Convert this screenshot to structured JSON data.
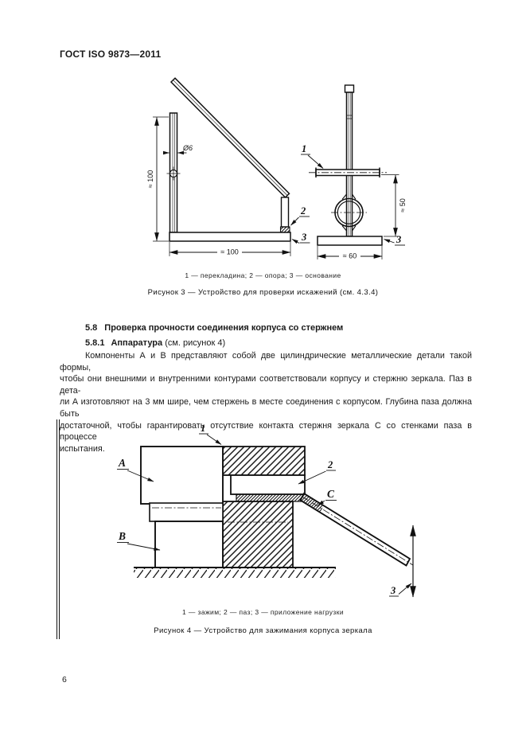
{
  "page": {
    "header": "ГОСТ ISO 9873—2011",
    "page_number": "6"
  },
  "figure3": {
    "legend": "1 — перекладина; 2 — опора; 3 — основание",
    "caption": "Рисунок 3 — Устройство для проверки искажений (см. 4.3.4)",
    "labels": {
      "n1": "1",
      "n2": "2",
      "n3a": "3",
      "n3b": "3"
    },
    "dims": {
      "v100": "≈ 100",
      "d6": "Ø6",
      "h100": "≈ 100",
      "h60": "≈ 60",
      "v50": "≈ 50"
    }
  },
  "section": {
    "h58_num": "5.8",
    "h58_text": "Проверка прочности соединения корпуса со стержнем",
    "h581_num": "5.8.1",
    "h581_bold": "Аппаратура",
    "h581_rest": "(см. рисунок 4)",
    "para": [
      "Компоненты А и В представляют собой две цилиндрические металлические детали такой формы,",
      "чтобы они внешними и внутренними контурами соответствовали корпусу и стержню зеркала. Паз в дета-",
      "ли А изготовляют на 3 мм шире, чем стержень в месте соединения с корпусом. Глубина паза должна быть",
      "достаточной, чтобы гарантировать отсутствие контакта стержня зеркала С со стенками паза в процессе",
      "испытания."
    ]
  },
  "figure4": {
    "legend": "1 — зажим; 2 — паз; 3 — приложение нагрузки",
    "caption": "Рисунок 4 — Устройство для зажимания корпуса зеркала",
    "labels": {
      "a": "A",
      "b": "B",
      "c": "C",
      "n1": "1",
      "n2": "2",
      "n3": "3"
    }
  }
}
